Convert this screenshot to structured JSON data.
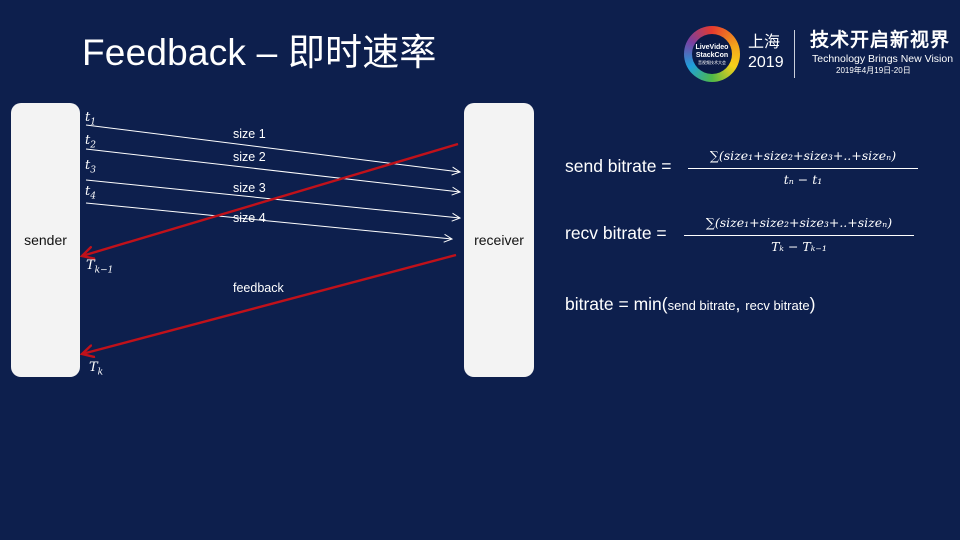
{
  "title": "Feedback – 即时速率",
  "brand": {
    "logo_lines": [
      "LiveVideo",
      "StackCon",
      "音视频技术大会"
    ],
    "city": "上海",
    "year": "2019",
    "slogan_cn": "技术开启新视界",
    "slogan_en": "Technology Brings New Vision",
    "date": "2019年4月19日-20日",
    "accent_colors": [
      "#e63a2e",
      "#f2a31b",
      "#f6d11a",
      "#4fb848",
      "#1ea0dc",
      "#7a3fa0"
    ]
  },
  "diagram": {
    "sender_label": "sender",
    "receiver_label": "receiver",
    "packets": [
      "size 1",
      "size 2",
      "size 3",
      "size 4"
    ],
    "send_times": [
      "t",
      "t",
      "t",
      "t"
    ],
    "send_time_subs": [
      "1",
      "2",
      "3",
      "4"
    ],
    "feedback_label": "feedback",
    "feedback_times": [
      "T",
      "T"
    ],
    "feedback_time_subs": [
      "k−1",
      "k"
    ],
    "arrow_colors": {
      "packet": "#ffffff",
      "feedback": "#c0111a"
    }
  },
  "formulas": {
    "send_label": "send bitrate =",
    "recv_label": "recv bitrate =",
    "numerator": "∑(size₁+size₂+size₃+..+sizeₙ)",
    "send_denominator": "tₙ − t₁",
    "recv_denominator": "Tₖ − Tₖ₋₁",
    "min_prefix": "bitrate = min(",
    "min_arg1": "send bitrate",
    "min_sep": ", ",
    "min_arg2": "recv bitrate",
    "min_suffix": ")"
  }
}
